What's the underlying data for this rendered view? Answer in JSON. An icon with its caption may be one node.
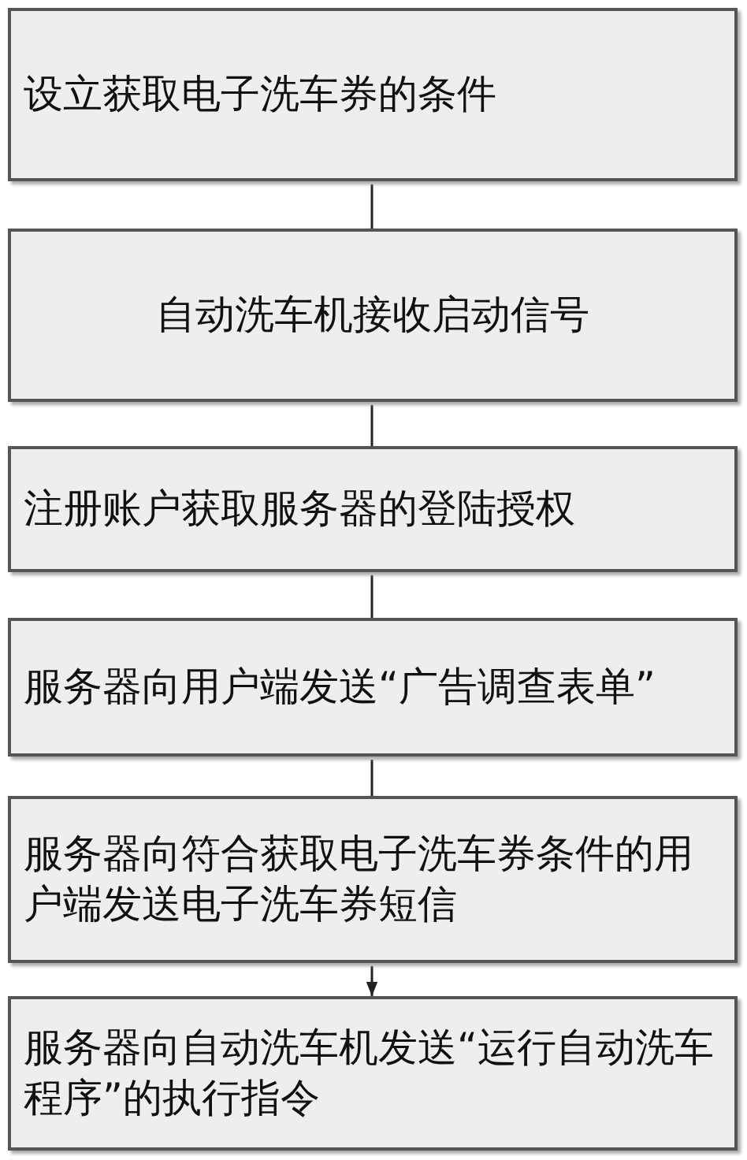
{
  "diagram": {
    "nodes": [
      {
        "text": [
          "设立获取电子洗车券的条件"
        ]
      },
      {
        "text": [
          "自动洗车机接收启动信号"
        ]
      },
      {
        "text": [
          "注册账户获取服务器的登陆授权"
        ]
      },
      {
        "text": [
          "服务器向用户端发送“广告调查表单”"
        ]
      },
      {
        "text": [
          "服务器向符合获取电子洗车券条件的用户端发送电子洗车券短信"
        ]
      },
      {
        "text": [
          "服务器向自动洗车机发送“运行自动洗车程序”的执行指令"
        ]
      }
    ],
    "edges": [
      {
        "from": 0,
        "to": 1,
        "arrow": "none"
      },
      {
        "from": 1,
        "to": 2,
        "arrow": "none"
      },
      {
        "from": 2,
        "to": 3,
        "arrow": "none"
      },
      {
        "from": 3,
        "to": 4,
        "arrow": "none"
      },
      {
        "from": 4,
        "to": 5,
        "arrow": "to"
      }
    ]
  }
}
